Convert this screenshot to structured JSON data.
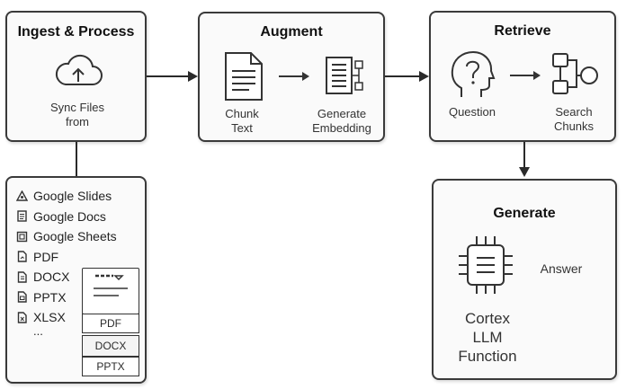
{
  "ingest": {
    "title": "Ingest & Process",
    "sync_label": "Sync Files from",
    "sources": [
      "Google Slides",
      "Google Docs",
      "Google Sheets",
      "PDF",
      "DOCX",
      "PPTX",
      "XLSX",
      "..."
    ],
    "stack_cards": [
      "PDF",
      "DOCX",
      "PPTX"
    ]
  },
  "augment": {
    "title": "Augment",
    "chunk_label": "Chunk Text",
    "embed_label": "Generate Embedding"
  },
  "retrieve": {
    "title": "Retrieve",
    "question_label": "Question",
    "search_label": "Search Chunks"
  },
  "generate": {
    "title": "Generate",
    "answer_label": "Answer",
    "cortex_label": "Cortex LLM Function"
  },
  "icons": [
    "cloud-upload-icon",
    "document-icon",
    "embedding-icon",
    "head-question-icon",
    "flowchart-icon",
    "chip-icon",
    "slides-icon",
    "docs-icon",
    "sheets-icon",
    "file-icon"
  ]
}
